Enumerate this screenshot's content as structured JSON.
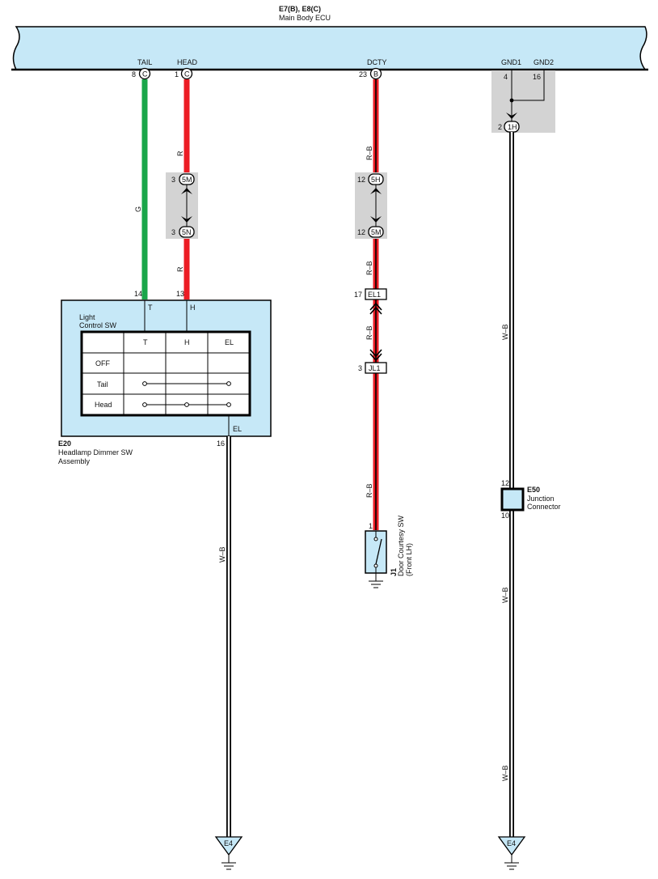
{
  "ecu": {
    "title": "E7(B), E8(C)",
    "subtitle": "Main Body ECU",
    "pins": {
      "tail": {
        "name": "TAIL",
        "num": "8",
        "conn": "C"
      },
      "head": {
        "name": "HEAD",
        "num": "1",
        "conn": "C"
      },
      "dcty": {
        "name": "DCTY",
        "num": "23",
        "conn": "B"
      },
      "gnd1": {
        "name": "GND1",
        "num": "4"
      },
      "gnd2": {
        "name": "GND2",
        "num": "16"
      }
    }
  },
  "ground_junction": {
    "num": "2",
    "conn": "1H"
  },
  "wires": {
    "tail_color": "G",
    "head_color_top": "R",
    "head_color_bottom": "R",
    "dcty_colors": [
      "R–B",
      "R–B",
      "R–B",
      "R–B"
    ],
    "el_color": "W–B",
    "gnd_colors": [
      "W–B",
      "W–B",
      "W–B"
    ],
    "palette": {
      "green": "#1aa64a",
      "red": "#ec1c24",
      "black": "#000000",
      "white": "#ffffff",
      "box_fill": "#c6e8f7",
      "shade": "#d3d3d3"
    }
  },
  "inline_connectors": {
    "head_top": {
      "num": "3",
      "conn": "5M"
    },
    "head_bottom": {
      "num": "3",
      "conn": "5N"
    },
    "dcty_top": {
      "num": "12",
      "conn": "5H"
    },
    "dcty_bottom": {
      "num": "12",
      "conn": "5M"
    },
    "el1": {
      "num": "17",
      "conn": "EL1"
    },
    "jl1": {
      "num": "3",
      "conn": "JL1"
    }
  },
  "dimmer": {
    "id": "E20",
    "name_line1": "Headlamp Dimmer SW",
    "name_line2": "Assembly",
    "pin_t_num": "14",
    "pin_h_num": "13",
    "pin_el_num": "16",
    "pin_t_label": "T",
    "pin_h_label": "H",
    "pin_el_label": "EL",
    "switch_label_line1": "Light",
    "switch_label_line2": "Control SW",
    "table": {
      "headers": [
        "",
        "T",
        "H",
        "EL"
      ],
      "rows": [
        "OFF",
        "Tail",
        "Head"
      ]
    }
  },
  "door_switch": {
    "id": "J1",
    "pin": "1",
    "name_line1": "Door Courtesy SW",
    "name_line2": "(Front LH)"
  },
  "junction_connector": {
    "id": "E50",
    "name_line1": "Junction",
    "name_line2": "Connector",
    "pin_in": "12",
    "pin_out": "10"
  },
  "grounds": {
    "left": "E4",
    "right": "E4"
  }
}
